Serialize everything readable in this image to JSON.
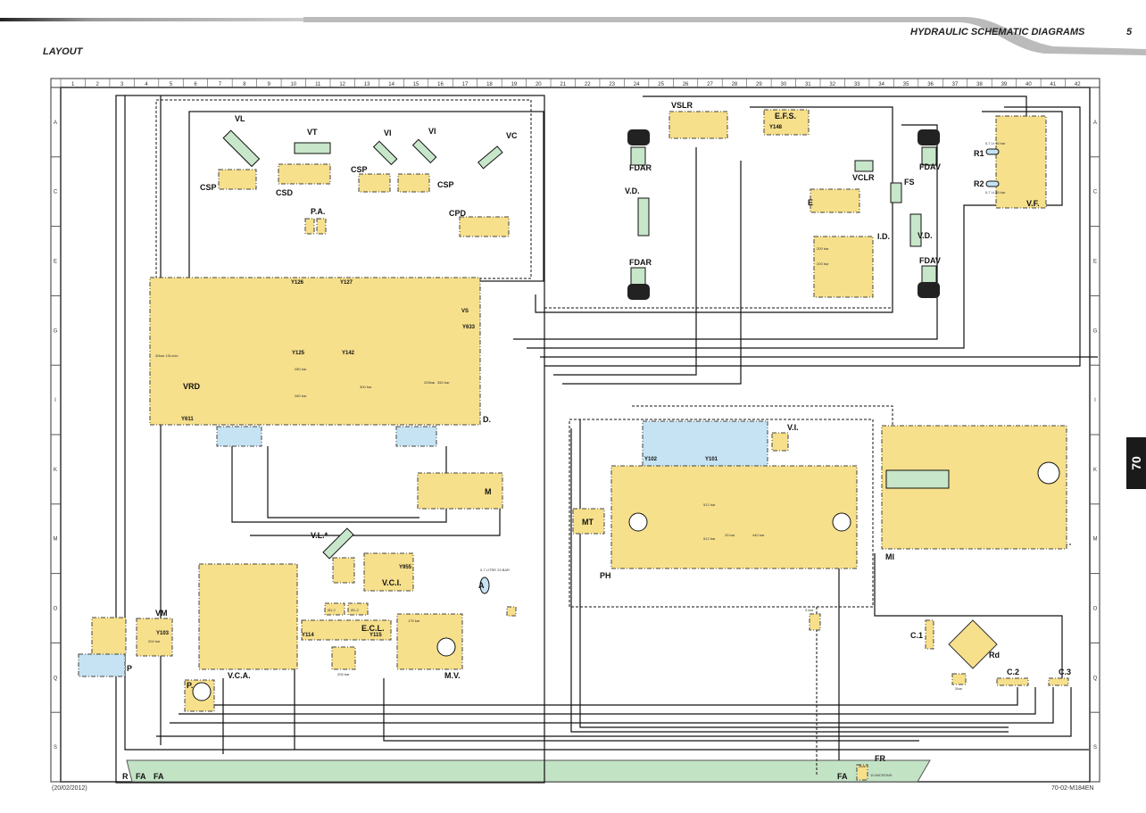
{
  "header": {
    "title": "HYDRAULIC SCHEMATIC DIAGRAMS",
    "page_number": "5",
    "section": "LAYOUT"
  },
  "side_tab": "70",
  "footer": {
    "date": "(20/02/2012)",
    "reference": "70-02-M184EN"
  },
  "grid": {
    "columns": [
      "1",
      "2",
      "3",
      "4",
      "5",
      "6",
      "7",
      "8",
      "9",
      "10",
      "11",
      "12",
      "13",
      "14",
      "15",
      "16",
      "17",
      "18",
      "19",
      "20",
      "21",
      "22",
      "23",
      "24",
      "25",
      "26",
      "27",
      "28",
      "29",
      "30",
      "31",
      "32",
      "33",
      "34",
      "35",
      "36",
      "37",
      "38",
      "39",
      "40",
      "41",
      "42"
    ],
    "rows": [
      "A",
      "C",
      "E",
      "G",
      "I",
      "K",
      "M",
      "O",
      "Q",
      "S"
    ]
  },
  "colors": {
    "component_fill": "#f7e08c",
    "valve_blue": "#c5e3f2",
    "cylinder_green": "#c8e6c9",
    "tank_green": "#c3e3c5",
    "line": "#111111"
  },
  "components": {
    "VL": "VL",
    "VT": "VT",
    "VI_1": "VI",
    "VI_2": "VI",
    "VC": "VC",
    "CSP_1": "CSP",
    "CSD": "CSD",
    "CSP_2": "CSP",
    "CSP_3": "CSP",
    "CPD": "CPD",
    "PA": "P.A.",
    "D": "D.",
    "Y126": "Y126",
    "Y127": "Y127",
    "Y125": "Y125",
    "Y142": "Y142",
    "VS": "VS",
    "Y633": "Y633",
    "VRD": "VRD",
    "Y611": "Y611",
    "VSLR": "VSLR",
    "EFS": "E.F.S.",
    "Y148": "Y148",
    "VCLR": "VCLR",
    "FS": "FS",
    "E": "E",
    "ID": "I.D.",
    "FDAR_1": "FDAR",
    "FDAR_2": "FDAR",
    "VD_1": "V.D.",
    "VD_2": "V.D.",
    "FDAV_1": "FDAV",
    "FDAV_2": "FDAV",
    "R1": "R1",
    "R2": "R2",
    "VF": "V.F.",
    "M": "M",
    "VI_valve": "V.I.",
    "Y102": "Y102",
    "Y101": "Y101",
    "MT": "MT",
    "PH": "PH",
    "MI": "MI",
    "VL_star": "V.L.*",
    "VCI": "V.C.I.",
    "Y955": "Y955",
    "A": "A",
    "ECL": "E.C.L.",
    "Y114": "Y114",
    "Y115": "Y115",
    "VM": "VM",
    "Y103": "Y103",
    "P": "P",
    "VCA": "V.C.A.",
    "P_pump": "P.",
    "MV": "M.V.",
    "C1": "C.1",
    "C2": "C.2",
    "C3": "C.3",
    "Rd": "Rd",
    "R": "R",
    "FA_1": "FA",
    "FA_2": "FA",
    "FA_3": "FA",
    "FR": "FR"
  },
  "annotations": {
    "accumulator": "0,7 LITRE 23 BAR",
    "r1_spec": "0,7 Lt 35 bar",
    "r2_spec": "0,7 Lt 35 bar",
    "p_300": "300 bar",
    "p_280a": "280 bar",
    "p_280b": "280 bar",
    "p_300b": "300 bar",
    "p_200": "200bar",
    "p_350": "350 bar",
    "flow": "30bar 15L/min",
    "ph_512a": "512 bar",
    "ph_512b": "512 bar",
    "ph_33": "33 bar",
    "ph_440": "440 bar",
    "mv_175": "175 bar",
    "ecl_205": "205 bar",
    "vm_200": "200 bar",
    "orifice_1": "Ø1.2",
    "orifice_2": "Ø1.2",
    "filter": "10 MICRONS",
    "fr_2bar": "2bar",
    "check_3bar": "3 bar",
    "c2_2bar": "2bar",
    "id_200a": "200 bar",
    "id_200b": "200 bar"
  }
}
